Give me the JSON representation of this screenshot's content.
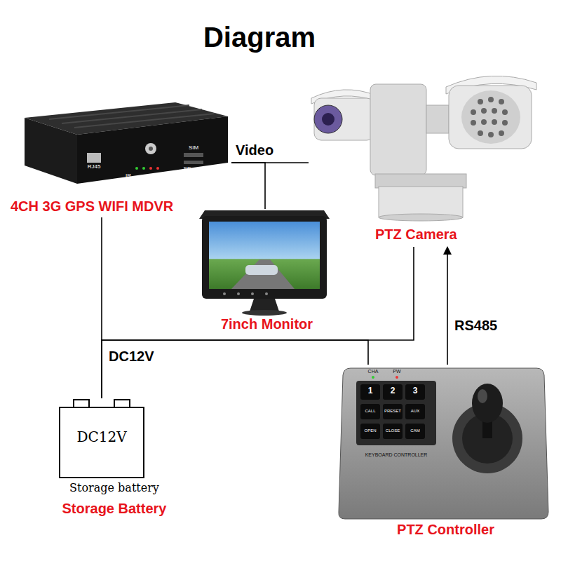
{
  "diagram": {
    "title": "Diagram",
    "nodes": [
      {
        "text": [
          "4CH 3G GPS WIFI MDVR"
        ]
      },
      {
        "text": [
          "PTZ Camera"
        ]
      },
      {
        "text": [
          "7inch Monitor"
        ]
      },
      {
        "text": [
          "PTZ Controller"
        ]
      },
      {
        "text": [
          "DC12V",
          "Storage battery",
          "Storage Battery"
        ]
      }
    ],
    "edges": [
      {
        "from": 0,
        "to": 1,
        "arrow": "none",
        "label": "Video"
      },
      {
        "from": 0,
        "to": 2,
        "arrow": "none"
      },
      {
        "from": 4,
        "to": 0,
        "arrow": "none",
        "label": "DC12V"
      },
      {
        "from": 4,
        "to": 3,
        "arrow": "none"
      },
      {
        "from": 4,
        "to": 1,
        "arrow": "none"
      },
      {
        "from": 3,
        "to": 1,
        "arrow": "to",
        "label": "RS485"
      }
    ],
    "labels": [
      "RJ45",
      "IR",
      "SIM",
      "SD card",
      "CHA",
      "PW",
      "1",
      "2",
      "3",
      "CALL",
      "PRESET",
      "AUX",
      "OPEN",
      "CLOSE",
      "CAM",
      "KEYBOARD CONTROLLER"
    ]
  }
}
